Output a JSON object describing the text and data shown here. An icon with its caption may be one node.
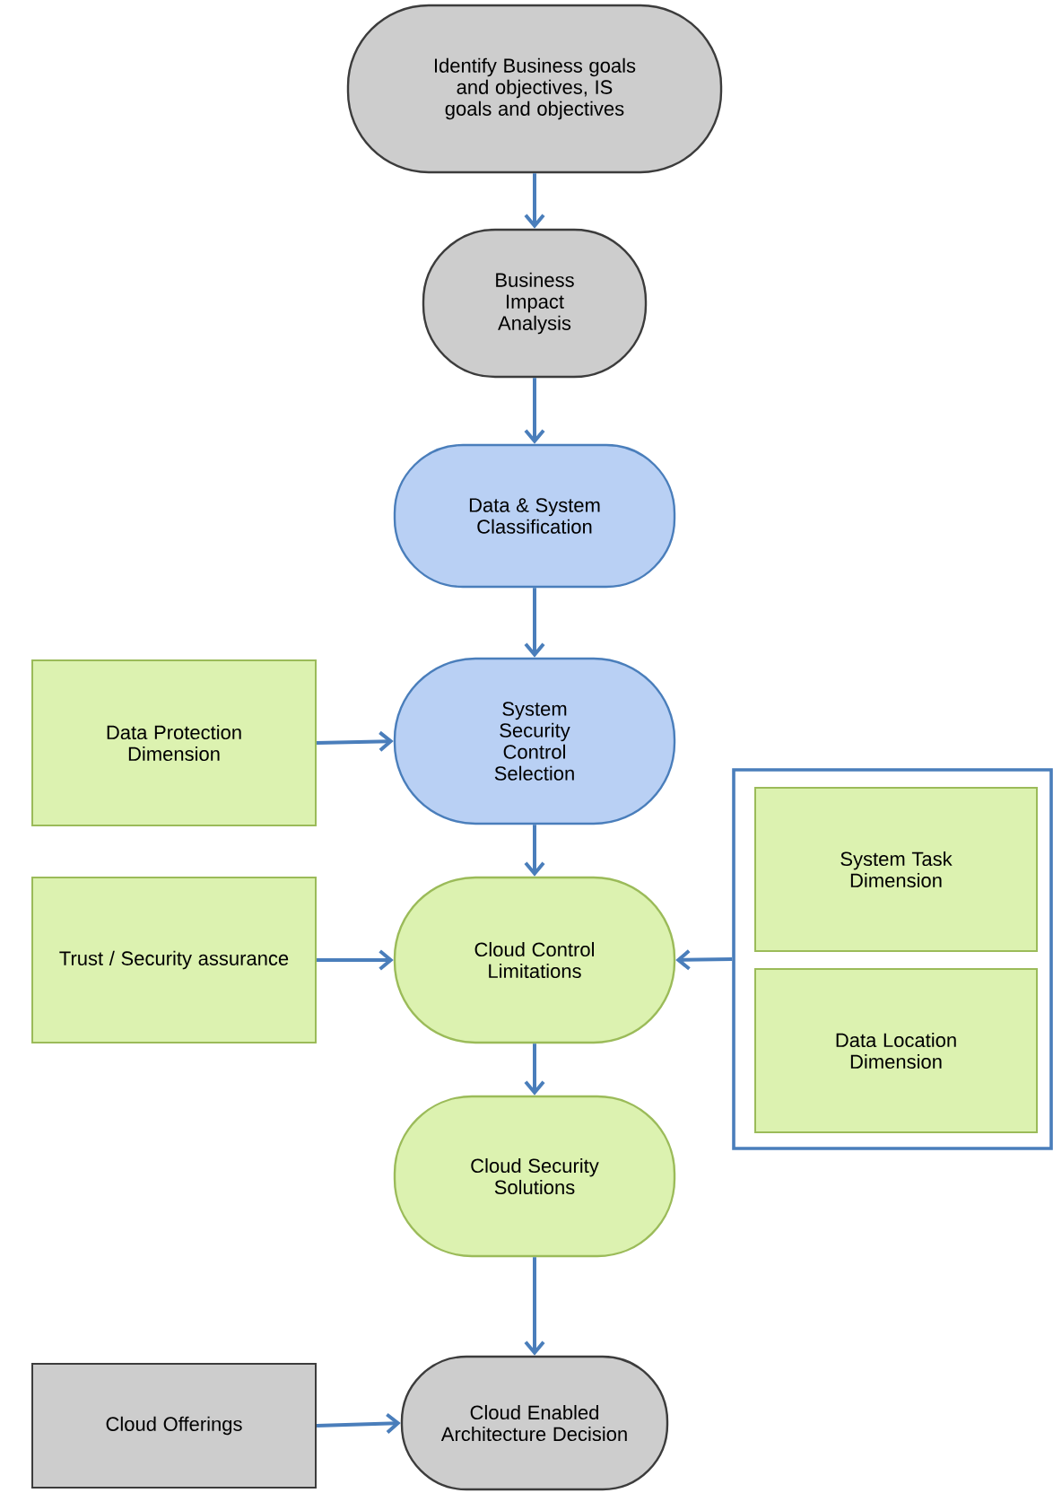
{
  "diagram": {
    "nodes": [
      {
        "text": [
          "Identify Business goals and objectives, IS goals and objectives"
        ]
      },
      {
        "text": [
          "Business Impact Analysis"
        ]
      },
      {
        "text": [
          "Data & System Classification"
        ]
      },
      {
        "text": [
          "System Security Control Selection"
        ]
      },
      {
        "text": [
          "Data Protection Dimension"
        ]
      },
      {
        "text": [
          "Trust / Security assurance"
        ]
      },
      {
        "text": [
          "Cloud Control Limitations"
        ]
      },
      {
        "text": [],
        "shape": "box"
      },
      {
        "text": [
          "System Task Dimension"
        ],
        "in": 7
      },
      {
        "text": [
          "Data Location Dimension"
        ],
        "in": 7
      },
      {
        "text": [
          "Cloud Security Solutions"
        ]
      },
      {
        "text": [
          "Cloud Offerings"
        ]
      },
      {
        "text": [
          "Cloud Enabled Architecture Decision"
        ]
      }
    ],
    "edges": [
      {
        "from": 0,
        "to": 1,
        "arrow": "to"
      },
      {
        "from": 1,
        "to": 2,
        "arrow": "to"
      },
      {
        "from": 2,
        "to": 3,
        "arrow": "to"
      },
      {
        "from": 4,
        "to": 3,
        "arrow": "to"
      },
      {
        "from": 3,
        "to": 6,
        "arrow": "to"
      },
      {
        "from": 5,
        "to": 6,
        "arrow": "to"
      },
      {
        "from": 7,
        "to": 6,
        "arrow": "to"
      },
      {
        "from": 6,
        "to": 10,
        "arrow": "to"
      },
      {
        "from": 10,
        "to": 12,
        "arrow": "to"
      },
      {
        "from": 11,
        "to": 12,
        "arrow": "to"
      }
    ]
  }
}
